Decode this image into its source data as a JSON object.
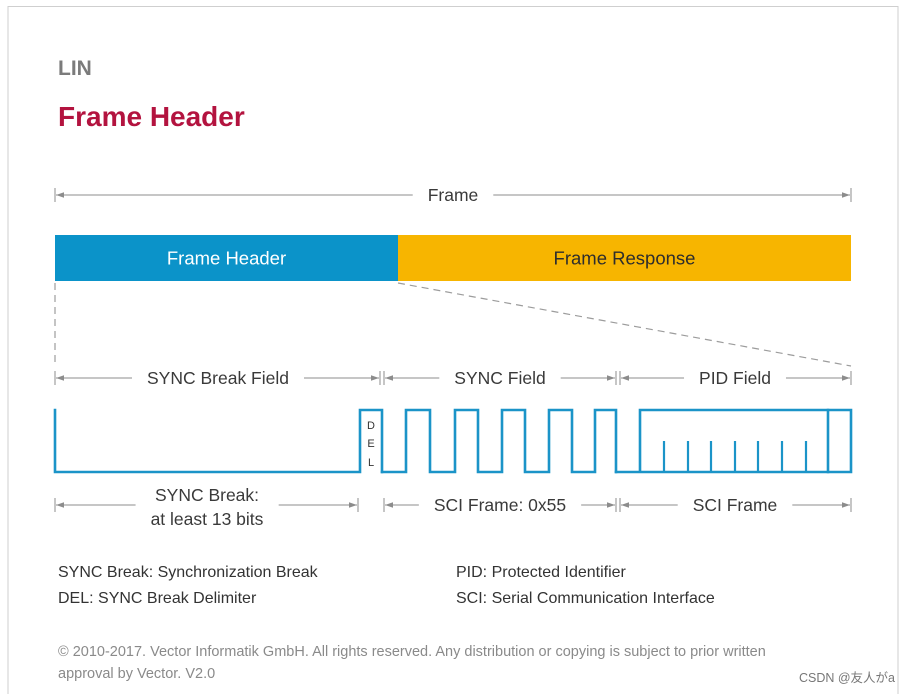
{
  "header": {
    "section": "LIN",
    "title": "Frame Header"
  },
  "frame": {
    "label": "Frame",
    "header_label": "Frame Header",
    "response_label": "Frame Response"
  },
  "fields": {
    "sync_break_field": "SYNC Break Field",
    "sync_field": "SYNC Field",
    "pid_field": "PID Field"
  },
  "delimiter_letters": [
    "D",
    "E",
    "L"
  ],
  "bits": {
    "sync_break_line1": "SYNC Break:",
    "sync_break_line2": "at least 13 bits",
    "sci_frame_0x55": "SCI Frame: 0x55",
    "sci_frame": "SCI Frame"
  },
  "legend": {
    "left": [
      "SYNC Break: Synchronization Break",
      "DEL: SYNC Break Delimiter"
    ],
    "right": [
      "PID: Protected Identifier",
      "SCI: Serial Communication Interface"
    ]
  },
  "footer": {
    "lines": [
      "© 2010-2017. Vector Informatik GmbH. All rights reserved. Any distribution or copying is subject to prior written",
      "approval by Vector. V2.0"
    ]
  },
  "watermark": "CSDN @友人がa",
  "colors": {
    "title": "#b3133f",
    "header_block": "#0b93c9",
    "response_block": "#f7b500",
    "signal": "#1b94c8"
  }
}
